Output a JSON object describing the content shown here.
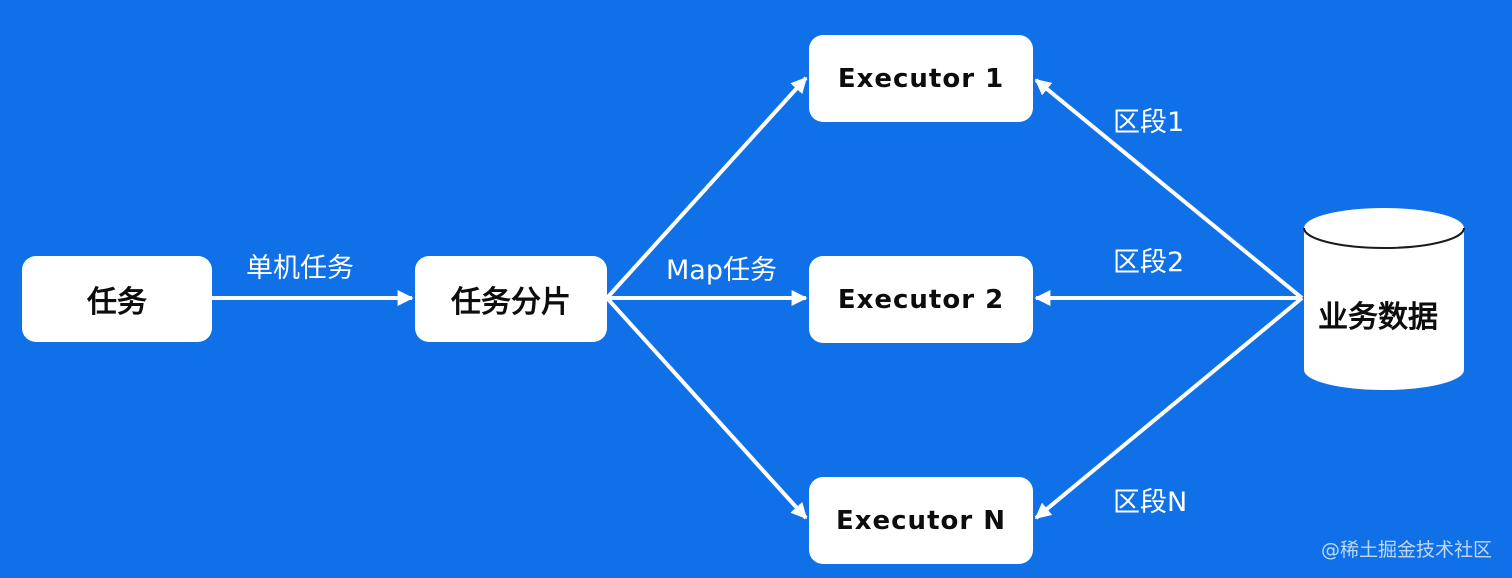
{
  "nodes": {
    "task": "任务",
    "shard": "任务分片",
    "executor_1": "Executor 1",
    "executor_2": "Executor 2",
    "executor_n": "Executor N",
    "business_data": "业务数据"
  },
  "edges": {
    "task_to_shard": "单机任务",
    "shard_to_executor_2": "Map任务",
    "data_to_executor_1": "区段1",
    "data_to_executor_2": "区段2",
    "data_to_executor_n": "区段N"
  },
  "watermark": "@稀土掘金技术社区",
  "colors": {
    "background": "#1070e8",
    "node_fill": "#ffffff",
    "arrow": "#ffffff"
  }
}
